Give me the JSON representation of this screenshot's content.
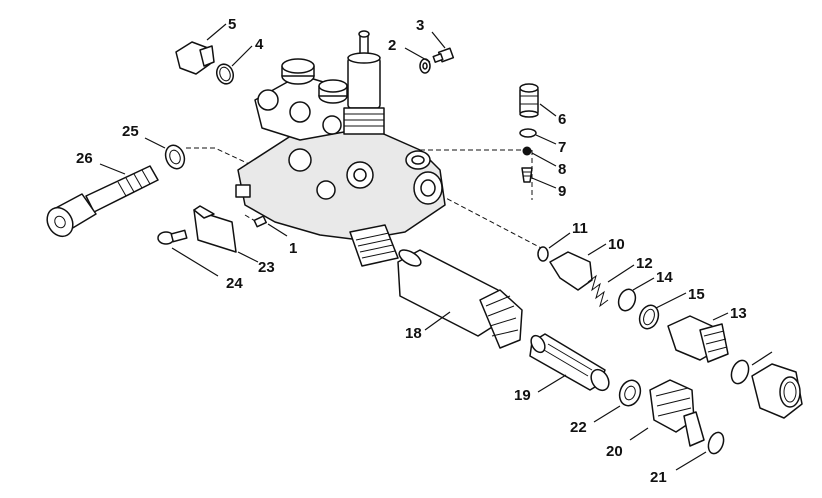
{
  "callouts": [
    {
      "id": "c1",
      "text": "1"
    },
    {
      "id": "c2",
      "text": "2"
    },
    {
      "id": "c3",
      "text": "3"
    },
    {
      "id": "c4",
      "text": "4"
    },
    {
      "id": "c5",
      "text": "5"
    },
    {
      "id": "c6",
      "text": "6"
    },
    {
      "id": "c7",
      "text": "7"
    },
    {
      "id": "c8",
      "text": "8"
    },
    {
      "id": "c9",
      "text": "9"
    },
    {
      "id": "c10",
      "text": "10"
    },
    {
      "id": "c11",
      "text": "11"
    },
    {
      "id": "c12",
      "text": "12"
    },
    {
      "id": "c13",
      "text": "13"
    },
    {
      "id": "c14",
      "text": "14"
    },
    {
      "id": "c15",
      "text": "15"
    },
    {
      "id": "c18",
      "text": "18"
    },
    {
      "id": "c19",
      "text": "19"
    },
    {
      "id": "c20",
      "text": "20"
    },
    {
      "id": "c21",
      "text": "21"
    },
    {
      "id": "c22",
      "text": "22"
    },
    {
      "id": "c23",
      "text": "23"
    },
    {
      "id": "c24",
      "text": "24"
    },
    {
      "id": "c25",
      "text": "25"
    },
    {
      "id": "c26",
      "text": "26"
    }
  ]
}
